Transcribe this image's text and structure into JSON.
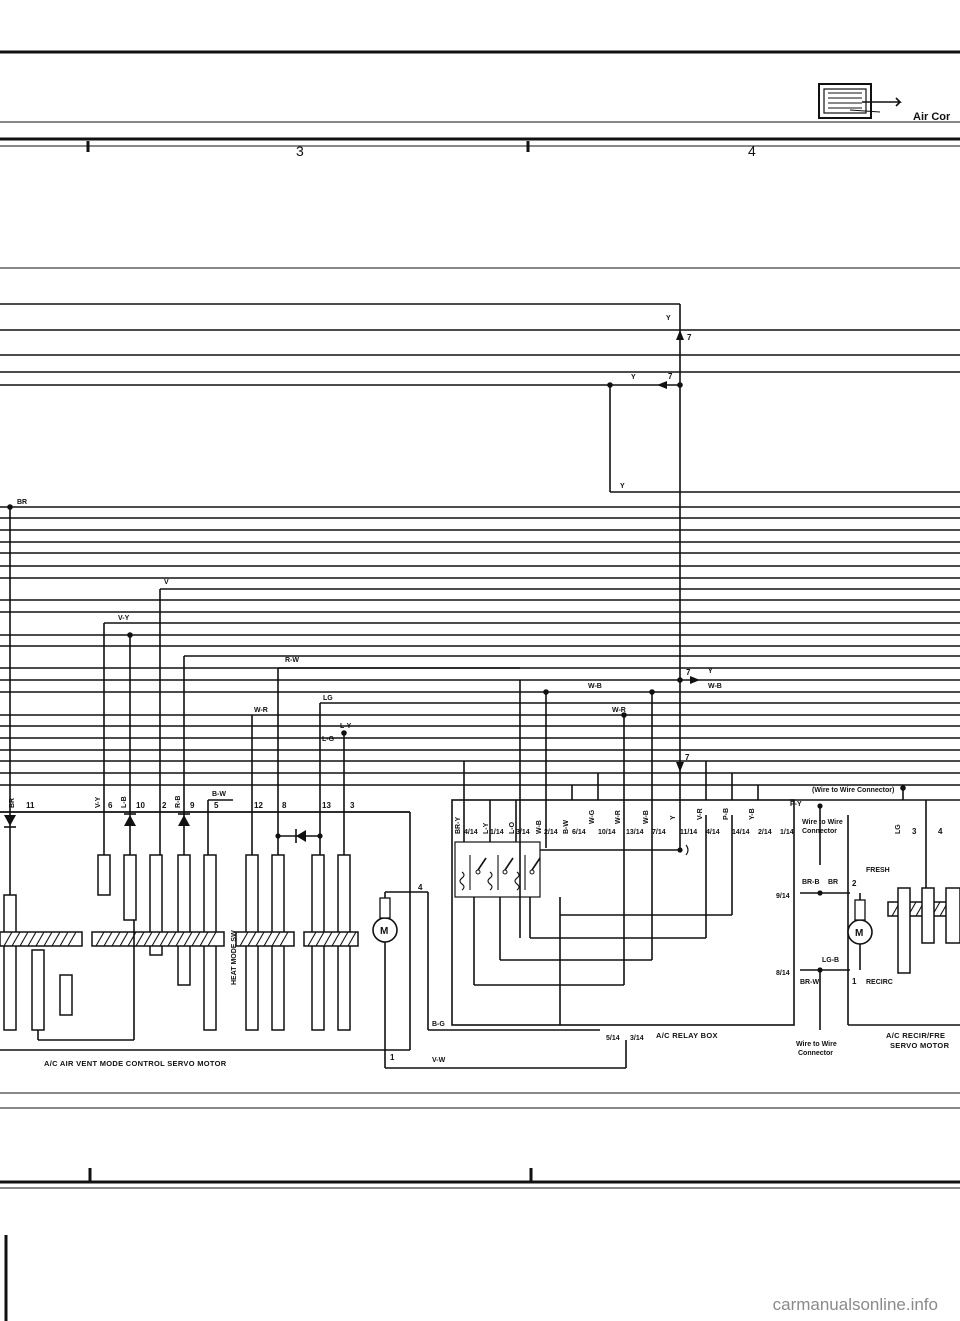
{
  "header": {
    "section_title": "Air Cor",
    "section_icon": "air-conditioner-icon",
    "column_numbers": [
      "3",
      "4"
    ]
  },
  "wire_labels": {
    "y_top": "Y",
    "y_pin_top": "7",
    "y_mid": "Y",
    "y_pin_mid": "7",
    "y_low": "Y",
    "br": "BR",
    "v": "V",
    "v_y": "V-Y",
    "r_w": "R-W",
    "w_b_right": "W-B",
    "y_right": "Y",
    "w_b_right2": "W-B",
    "pin_7_right": "7",
    "lg": "LG",
    "w_r_left": "W-R",
    "w_r_right": "W-R",
    "l_y": "L-Y",
    "l_g": "L-G",
    "pin_7_lower": "7",
    "b_w": "B-W",
    "b_g": "B-G",
    "v_w": "V-W",
    "p_y": "P-Y",
    "br_b": "BR-B",
    "br_label": "BR",
    "lg_b": "LG-B",
    "br_w": "BR-W",
    "fresh": "FRESH",
    "recirc": "RECIRC"
  },
  "vertical_wire_labels": [
    "BR",
    "V-Y",
    "L-B",
    "R-B",
    "BR-Y",
    "L-Y",
    "L-O",
    "W-B",
    "B-W",
    "W-G",
    "W-R",
    "W-B",
    "Y",
    "V-R",
    "P-B",
    "Y-B",
    "LG"
  ],
  "servo_pins": [
    "11",
    "6",
    "10",
    "2",
    "9",
    "5",
    "12",
    "8",
    "13",
    "3",
    "4",
    "1"
  ],
  "relay_pins": [
    "4/14",
    "1/14",
    "3/14",
    "2/14",
    "6/14",
    "10/14",
    "13/14",
    "7/14",
    "11/14",
    "4/14",
    "14/14",
    "2/14",
    "1/14",
    "5/14",
    "3/14"
  ],
  "recirc_pins": [
    "9/14",
    "8/14",
    "2",
    "1",
    "3",
    "4"
  ],
  "connectors": {
    "wire_to_wire_top": "(Wire to Wire Connector)",
    "wire_to_wire_mid_1": "Wire to Wire",
    "wire_to_wire_mid_2": "Connector",
    "wire_to_wire_bottom_1": "Wire to Wire",
    "wire_to_wire_bottom_2": "Connector"
  },
  "components": {
    "servo_motor_caption": "A/C AIR VENT MODE CONTROL SERVO MOTOR",
    "heat_mode_sw": "HEAT MODE SW",
    "relay_box": "A/C RELAY BOX",
    "recirc_servo_1": "A/C RECIR/FRE",
    "recirc_servo_2": "SERVO MOTOR",
    "motor_symbol": "M"
  },
  "watermark": "carmanualsonline.info"
}
